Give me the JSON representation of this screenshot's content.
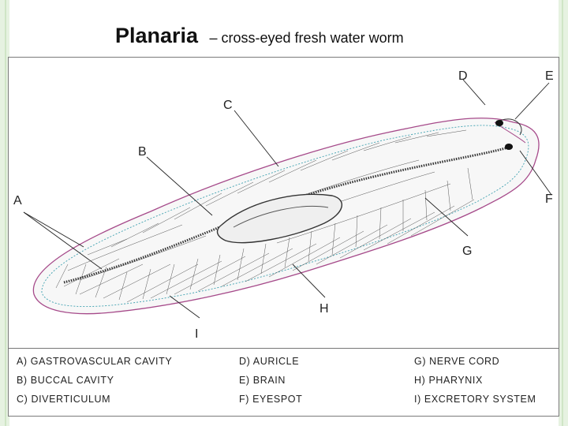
{
  "title": {
    "main": "Planaria",
    "subtitle": "– cross-eyed fresh water worm"
  },
  "diagram": {
    "labels": [
      "A",
      "B",
      "C",
      "D",
      "E",
      "F",
      "G",
      "H",
      "I"
    ]
  },
  "legend": [
    "A) GASTROVASCULAR CAVITY",
    "B) BUCCAL CAVITY",
    "C) DIVERTICULUM",
    "D) AURICLE",
    "E) BRAIN",
    "F) EYESPOT",
    "G) NERVE CORD",
    "H) PHARYNIX",
    "I) EXCRETORY SYSTEM"
  ]
}
